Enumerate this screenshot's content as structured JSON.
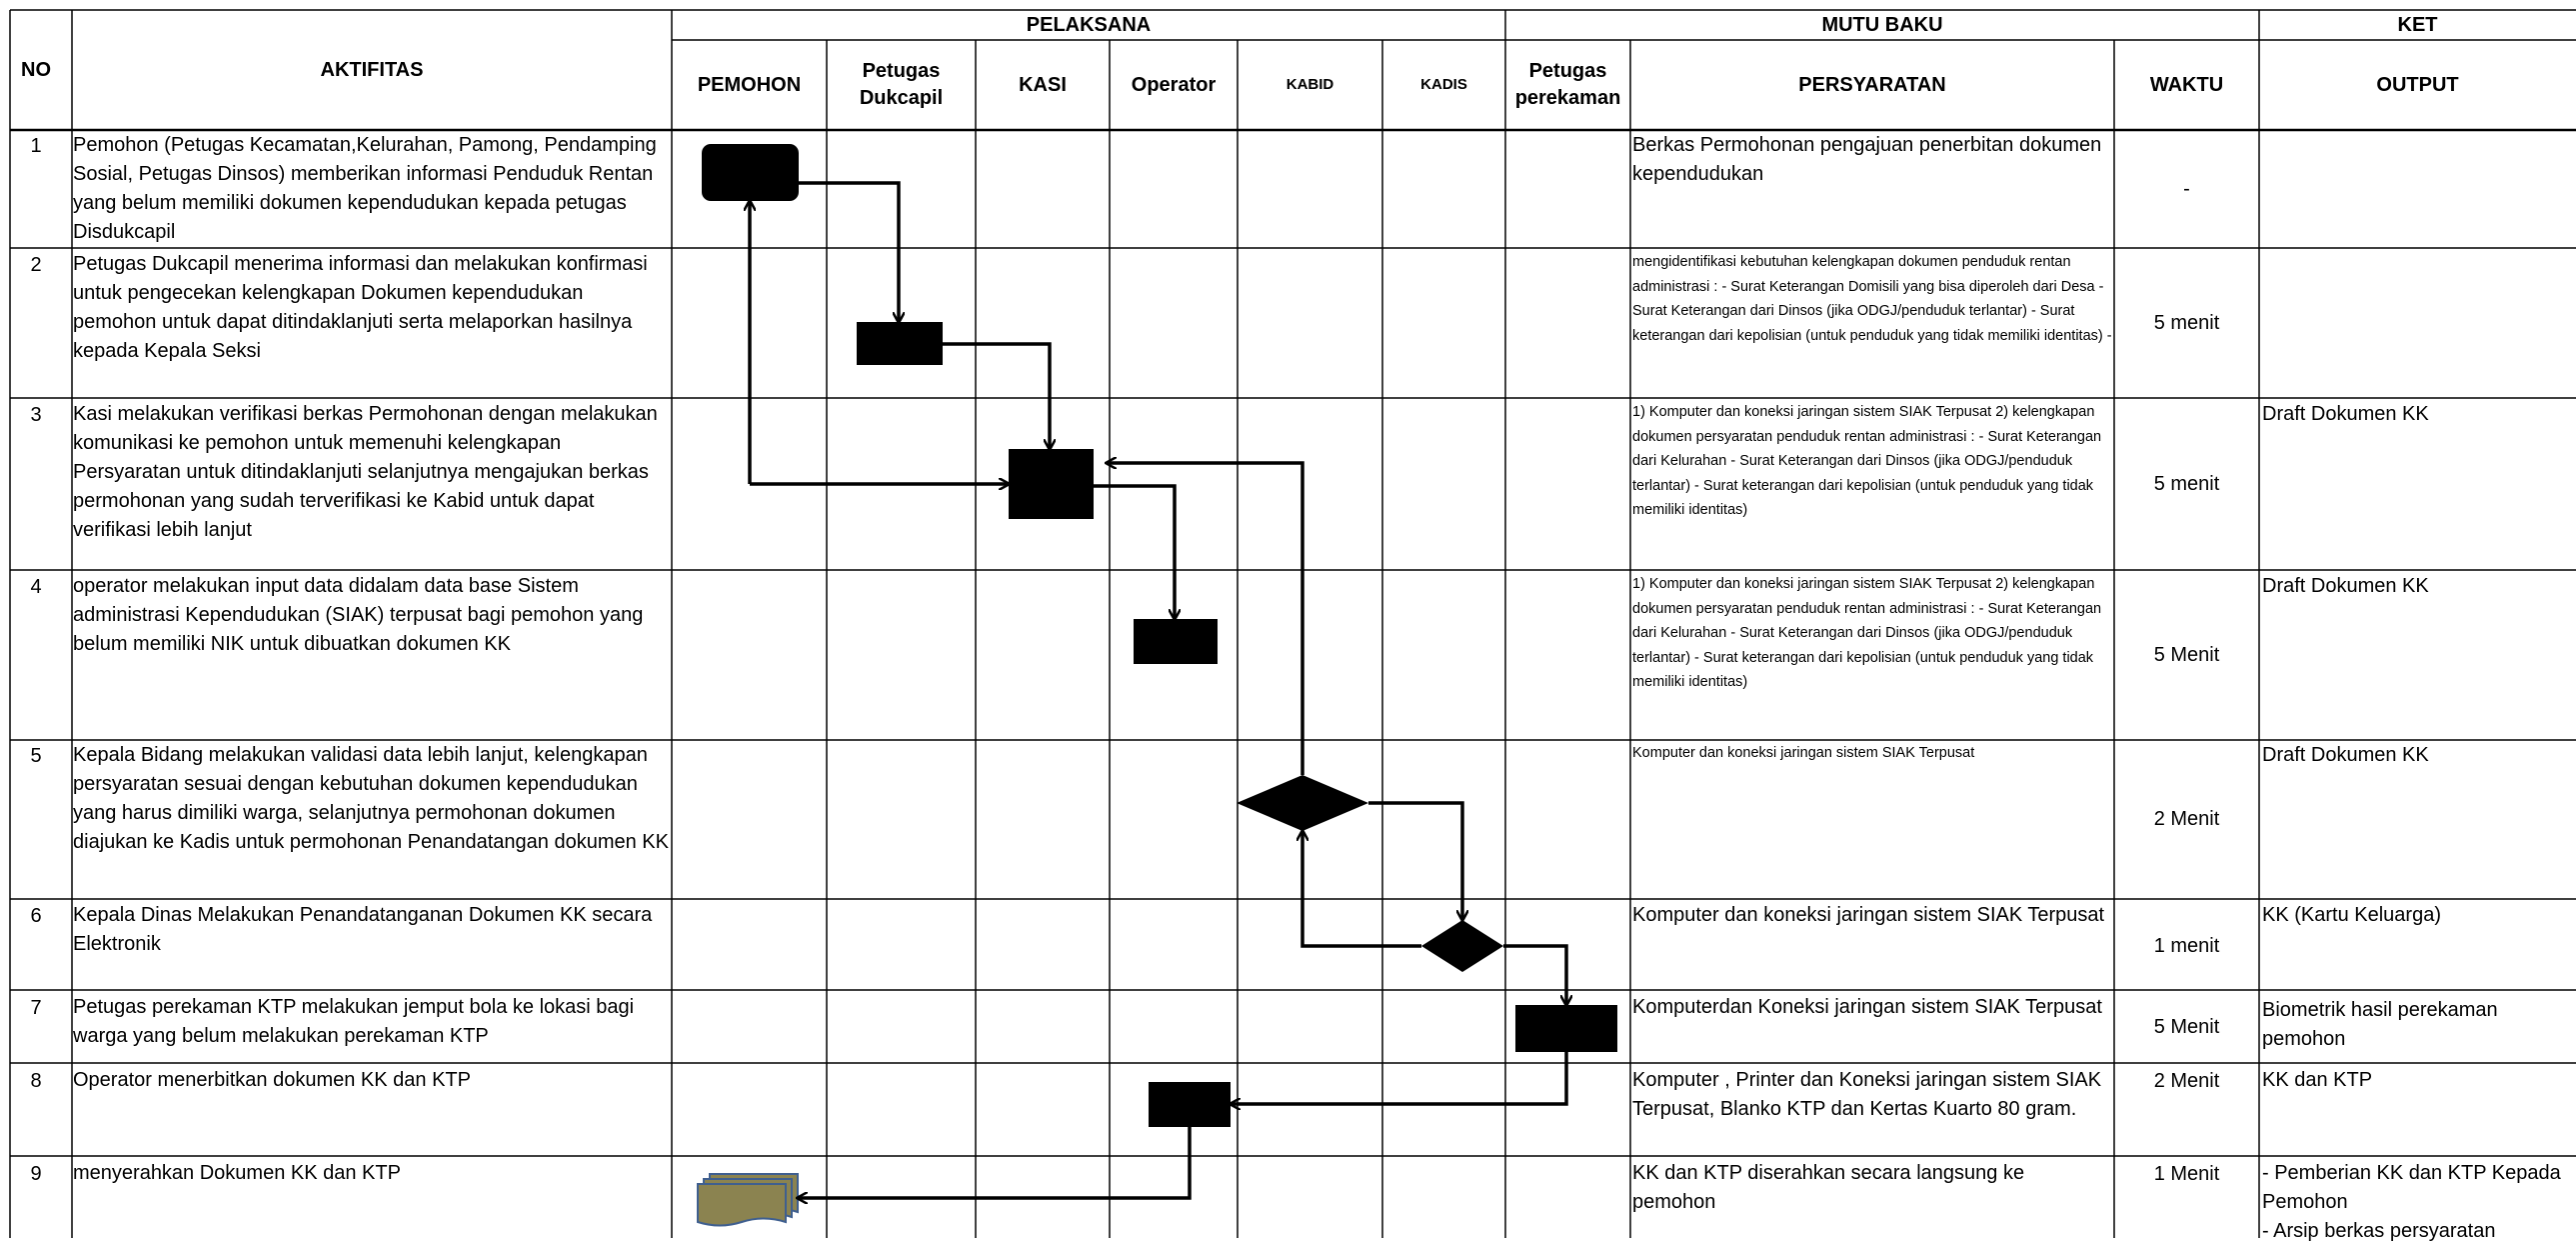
{
  "header": {
    "no": "NO",
    "aktifitas": "AKTIFITAS",
    "pelaksana": "PELAKSANA",
    "mutu_baku": "MUTU BAKU",
    "ket": "KET",
    "pelaksana_cols": [
      "PEMOHON",
      "Petugas Dukcapil",
      "KASI",
      "Operator",
      "KABID",
      "KADIS",
      "Petugas perekaman"
    ],
    "persyaratan": "PERSYARATAN",
    "waktu": "WAKTU",
    "output": "OUTPUT"
  },
  "rows": [
    {
      "no": "1",
      "aktifitas": "Pemohon (Petugas Kecamatan,Kelurahan, Pamong, Pendamping Sosial, Petugas Dinsos) memberikan informasi Penduduk Rentan yang belum memiliki dokumen kependudukan kepada petugas Disdukcapil",
      "persyaratan": "Berkas Permohonan pengajuan penerbitan dokumen kependudukan",
      "waktu": "-",
      "output": ""
    },
    {
      "no": "2",
      "aktifitas": "Petugas Dukcapil menerima informasi dan melakukan konfirmasi untuk  pengecekan kelengkapan Dokumen kependudukan pemohon untuk dapat ditindaklanjuti serta melaporkan hasilnya kepada Kepala Seksi",
      "persyaratan": "mengidentifikasi kebutuhan kelengkapan dokumen penduduk rentan administrasi :      - Surat Keterangan Domisili yang bisa diperoleh dari Desa        - Surat Keterangan dari Dinsos (jika ODGJ/penduduk terlantar)     - Surat keterangan dari kepolisian (untuk penduduk yang tidak memiliki identitas)                     -",
      "waktu": "5 menit",
      "output": ""
    },
    {
      "no": "3",
      "aktifitas": "Kasi melakukan verifikasi berkas Permohonan dengan melakukan komunikasi ke pemohon untuk memenuhi kelengkapan Persyaratan  untuk ditindaklanjuti selanjutnya mengajukan berkas permohonan yang sudah terverifikasi ke Kabid untuk dapat verifikasi lebih lanjut",
      "persyaratan": "1) Komputer dan koneksi jaringan sistem SIAK Terpusat    2) kelengkapan dokumen persyaratan penduduk rentan administrasi :                                          - Surat Keterangan dari Kelurahan                                   - Surat Keterangan dari Dinsos (jika ODGJ/penduduk terlantar)     - Surat keterangan dari kepolisian (untuk penduduk yang tidak memiliki identitas)",
      "waktu": "5 menit",
      "output": "Draft Dokumen KK"
    },
    {
      "no": "4",
      "aktifitas": "operator melakukan input data didalam  data base Sistem administrasi Kependudukan (SIAK) terpusat bagi pemohon yang belum memiliki NIK untuk dibuatkan dokumen KK",
      "persyaratan": "1) Komputer dan koneksi jaringan sistem SIAK Terpusat    2) kelengkapan dokumen persyaratan penduduk rentan administrasi :                                          - Surat Keterangan dari Kelurahan                                   - Surat Keterangan dari Dinsos (jika ODGJ/penduduk terlantar)     - Surat keterangan dari kepolisian (untuk penduduk yang tidak memiliki identitas)",
      "waktu": "5 Menit",
      "output": "Draft Dokumen KK"
    },
    {
      "no": "5",
      "aktifitas": "Kepala Bidang melakukan validasi data lebih lanjut, kelengkapan persyaratan sesuai dengan kebutuhan dokumen kependudukan yang harus dimiliki warga, selanjutnya permohonan dokumen diajukan ke Kadis untuk permohonan Penandatangan dokumen KK",
      "persyaratan": " Komputer dan koneksi jaringan sistem SIAK Terpusat",
      "waktu": "2 Menit",
      "output": "Draft Dokumen KK"
    },
    {
      "no": "6",
      "aktifitas": "Kepala Dinas Melakukan Penandatanganan Dokumen KK secara Elektronik",
      "persyaratan": "Komputer dan koneksi jaringan sistem SIAK Terpusat",
      "waktu": "1 menit",
      "output": "KK (Kartu Keluarga)"
    },
    {
      "no": "7",
      "aktifitas": "Petugas  perekaman KTP melakukan jemput bola ke lokasi bagi warga yang belum melakukan perekaman KTP",
      "persyaratan": "Komputerdan Koneksi jaringan sistem SIAK Terpusat",
      "waktu": "5 Menit",
      "output": "Biometrik hasil perekaman pemohon"
    },
    {
      "no": "8",
      "aktifitas": "Operator menerbitkan dokumen KK dan KTP",
      "persyaratan": "Komputer , Printer dan Koneksi jaringan sistem SIAK Terpusat, Blanko KTP  dan Kertas Kuarto 80 gram.",
      "waktu": "2 Menit",
      "output": "KK dan KTP"
    },
    {
      "no": "9",
      "aktifitas": "menyerahkan Dokumen KK dan KTP",
      "persyaratan": "KK dan KTP diserahkan secara langsung ke pemohon",
      "waktu": "1 Menit",
      "output": "- Pemberian KK dan KTP Kepada Pemohon\n- Arsip berkas persyaratan"
    }
  ],
  "colors": {
    "grid": "#000000",
    "shape": "#000000",
    "document_fill": "#8b8350",
    "document_stroke": "#3f5f8f"
  }
}
